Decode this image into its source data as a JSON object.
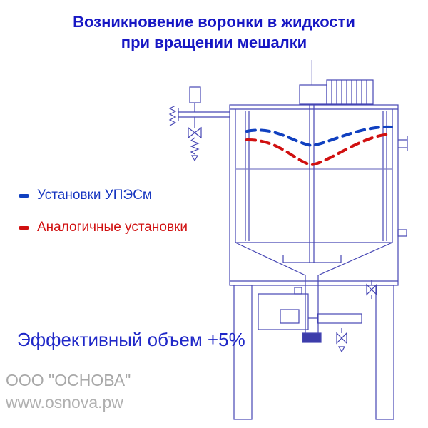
{
  "title": {
    "line1": "Возникновение воронки в жидкости",
    "line2": "при вращении мешалки"
  },
  "legend": {
    "items": [
      {
        "label": "Установки УПЭСм",
        "color": "#1040c0",
        "style": "dashed"
      },
      {
        "label": "Аналогичные установки",
        "color": "#d01010",
        "style": "dashed"
      }
    ]
  },
  "annotation": {
    "effective_volume": "Эффективный объем +5%"
  },
  "watermark": {
    "company": "ООО \"ОСНОВА\"",
    "website": "www.osnova.pw"
  },
  "diagram": {
    "description": "Jacketed mixing vessel with top-mounted motor, central agitator shaft, side valve piping, vortex profile curves, bottom discharge flange and support legs",
    "line_color": "#4646b4",
    "curves": [
      {
        "name": "UPESm vortex profile (shallow)",
        "color": "#1040c0"
      },
      {
        "name": "Analog units vortex profile (deep)",
        "color": "#d01010"
      }
    ]
  }
}
